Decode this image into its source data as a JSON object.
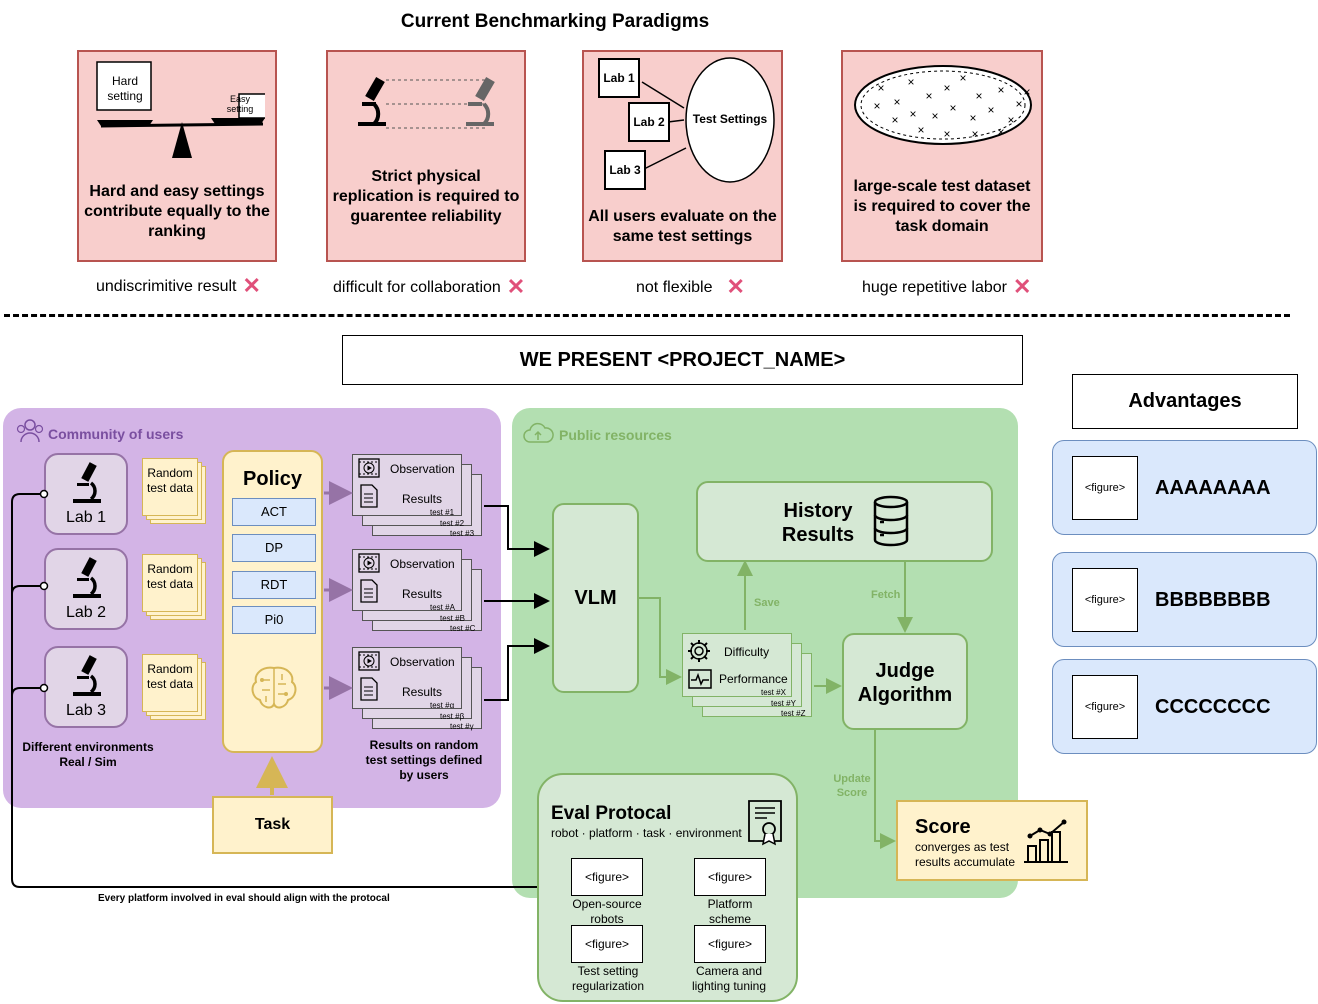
{
  "top": {
    "title": "Current Benchmarking Paradigms",
    "paradigms": [
      {
        "text": "Hard and easy settings contribute equally to the ranking",
        "con": "undiscrimitive result",
        "hard_label": "Hard setting",
        "easy_label": "Easy setting"
      },
      {
        "text": "Strict physical replication is required to guarentee reliability",
        "con": "difficult for collaboration"
      },
      {
        "text": "All users evaluate on the same test settings",
        "con": "not flexible",
        "labs": [
          "Lab 1",
          "Lab 2",
          "Lab 3"
        ],
        "center_label": "Test Settings"
      },
      {
        "text": "large-scale test dataset is required to cover the task domain",
        "con": "huge repetitive labor"
      }
    ],
    "x_mark": "✕"
  },
  "present": {
    "title": "WE PRESENT <PROJECT_NAME>"
  },
  "community": {
    "title": "Community of users",
    "labs": [
      "Lab 1",
      "Lab 2",
      "Lab 3"
    ],
    "random_data": "Random test data",
    "env_caption_1": "Different environments",
    "env_caption_2": "Real / Sim",
    "policy": {
      "title": "Policy",
      "items": [
        "ACT",
        "DP",
        "RDT",
        "Pi0"
      ]
    },
    "task": "Task",
    "results": [
      {
        "observation": "Observation",
        "results": "Results",
        "tests": [
          "test #1",
          "test #2",
          "test #3"
        ]
      },
      {
        "observation": "Observation",
        "results": "Results",
        "tests": [
          "test #A",
          "test #B",
          "test #C"
        ]
      },
      {
        "observation": "Observation",
        "results": "Results",
        "tests": [
          "test #α",
          "test #β",
          "test #γ"
        ]
      }
    ],
    "results_caption": "Results on random test settings defined by users"
  },
  "public": {
    "title": "Public resources",
    "vlm": "VLM",
    "history": "History Results",
    "difficulty": "Difficulty",
    "performance": "Performance",
    "tests": [
      "test #X",
      "test #Y",
      "test #Z"
    ],
    "judge": "Judge Algorithm",
    "save": "Save",
    "fetch": "Fetch",
    "update_score": "Update Score"
  },
  "eval": {
    "title": "Eval Protocal",
    "subtitle": "robot · platform · task · environment",
    "figure_placeholder": "<figure>",
    "figures": [
      "Open-source robots",
      "Platform scheme",
      "Test setting regularization",
      "Camera and lighting tuning"
    ],
    "align_note": "Every platform involved in eval should align with the protocal"
  },
  "score": {
    "title": "Score",
    "desc": "converges as test results accumulate"
  },
  "advantages": {
    "title": "Advantages",
    "figure_placeholder": "<figure>",
    "items": [
      "AAAAAAAA",
      "BBBBBBBB",
      "CCCCCCCC"
    ]
  },
  "colors": {
    "pink_fill": "#f8cecc",
    "pink_stroke": "#b85450",
    "purple_region": "#d3b4e6",
    "purple_accent": "#7a4fa0",
    "green_region": "#b3dfb1",
    "green_stroke": "#82b366",
    "yellow_fill": "#fff2cc",
    "yellow_stroke": "#d6b656",
    "blue_fill": "#dae8fc",
    "blue_stroke": "#6c8ebf",
    "x_mark": "#e0507a"
  },
  "icons": [
    "microscope-icon",
    "balance-scale-icon",
    "users-icon",
    "cloud-icon",
    "video-icon",
    "document-icon",
    "brain-chip-icon",
    "database-icon",
    "gear-icon",
    "waveform-icon",
    "certificate-icon",
    "bar-chart-icon"
  ]
}
